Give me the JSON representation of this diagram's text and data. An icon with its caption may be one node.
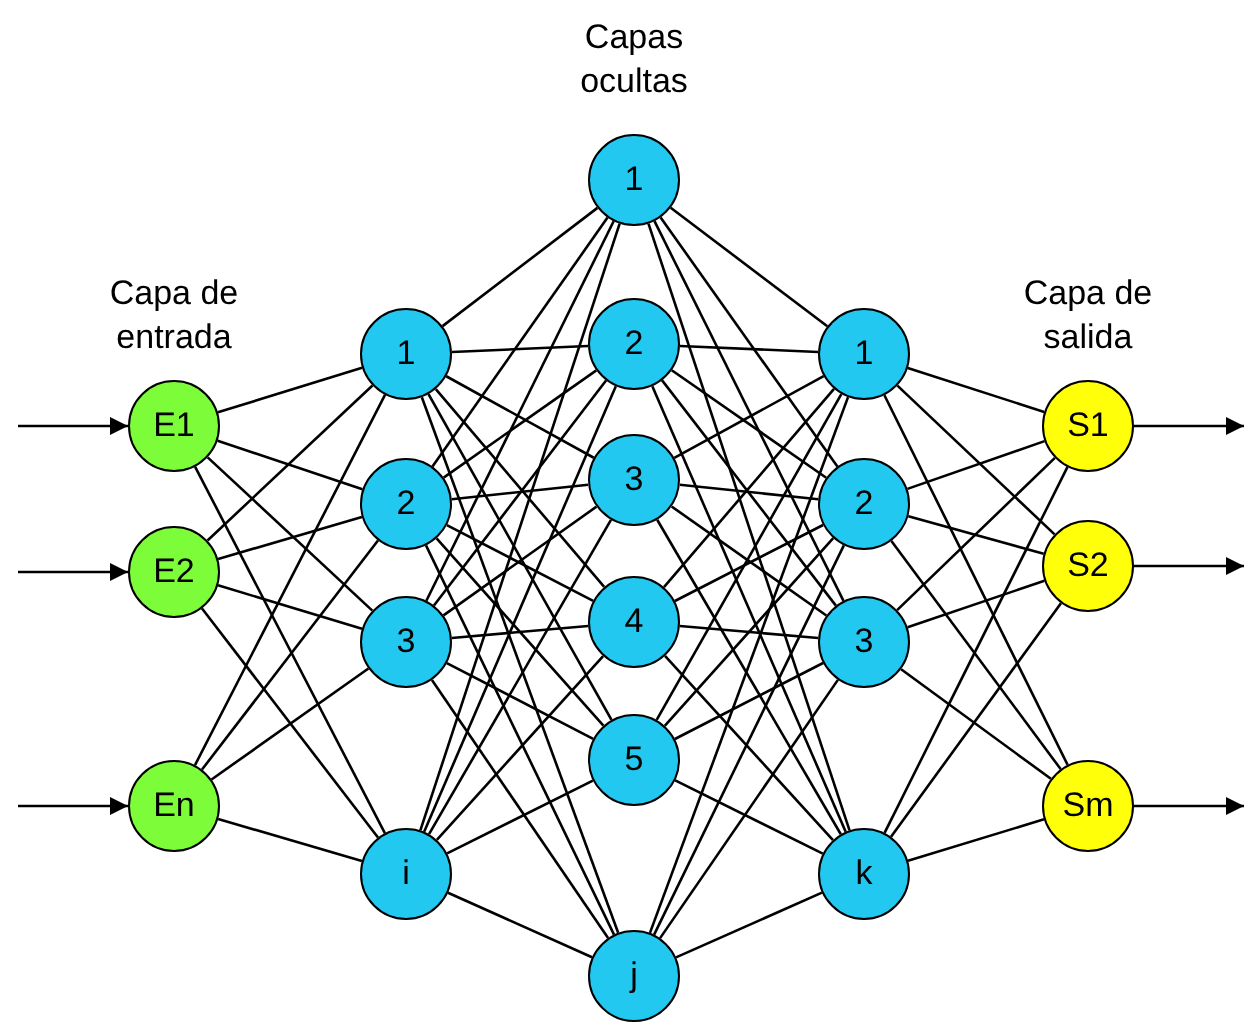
{
  "diagram": {
    "nodes": [
      {
        "text": [
          "E1"
        ]
      },
      {
        "text": [
          "E2"
        ]
      },
      {
        "text": [
          "En"
        ]
      },
      {
        "text": [
          "1"
        ]
      },
      {
        "text": [
          "2"
        ]
      },
      {
        "text": [
          "3"
        ]
      },
      {
        "text": [
          "i"
        ]
      },
      {
        "text": [
          "1"
        ]
      },
      {
        "text": [
          "2"
        ]
      },
      {
        "text": [
          "3"
        ]
      },
      {
        "text": [
          "4"
        ]
      },
      {
        "text": [
          "5"
        ]
      },
      {
        "text": [
          "j"
        ]
      },
      {
        "text": [
          "1"
        ]
      },
      {
        "text": [
          "2"
        ]
      },
      {
        "text": [
          "3"
        ]
      },
      {
        "text": [
          "k"
        ]
      },
      {
        "text": [
          "S1"
        ]
      },
      {
        "text": [
          "S2"
        ]
      },
      {
        "text": [
          "Sm"
        ]
      }
    ],
    "edges": [
      {
        "from": null,
        "to": 0,
        "arrow": "to"
      },
      {
        "from": null,
        "to": 1,
        "arrow": "to"
      },
      {
        "from": null,
        "to": 2,
        "arrow": "to"
      },
      {
        "from": 0,
        "to": 3,
        "arrow": "none"
      },
      {
        "from": 0,
        "to": 4,
        "arrow": "none"
      },
      {
        "from": 0,
        "to": 5,
        "arrow": "none"
      },
      {
        "from": 0,
        "to": 6,
        "arrow": "none"
      },
      {
        "from": 1,
        "to": 3,
        "arrow": "none"
      },
      {
        "from": 1,
        "to": 4,
        "arrow": "none"
      },
      {
        "from": 1,
        "to": 5,
        "arrow": "none"
      },
      {
        "from": 1,
        "to": 6,
        "arrow": "none"
      },
      {
        "from": 2,
        "to": 3,
        "arrow": "none"
      },
      {
        "from": 2,
        "to": 4,
        "arrow": "none"
      },
      {
        "from": 2,
        "to": 5,
        "arrow": "none"
      },
      {
        "from": 2,
        "to": 6,
        "arrow": "none"
      },
      {
        "from": 3,
        "to": 7,
        "arrow": "none"
      },
      {
        "from": 3,
        "to": 8,
        "arrow": "none"
      },
      {
        "from": 3,
        "to": 9,
        "arrow": "none"
      },
      {
        "from": 3,
        "to": 10,
        "arrow": "none"
      },
      {
        "from": 3,
        "to": 11,
        "arrow": "none"
      },
      {
        "from": 3,
        "to": 12,
        "arrow": "none"
      },
      {
        "from": 4,
        "to": 7,
        "arrow": "none"
      },
      {
        "from": 4,
        "to": 8,
        "arrow": "none"
      },
      {
        "from": 4,
        "to": 9,
        "arrow": "none"
      },
      {
        "from": 4,
        "to": 10,
        "arrow": "none"
      },
      {
        "from": 4,
        "to": 11,
        "arrow": "none"
      },
      {
        "from": 4,
        "to": 12,
        "arrow": "none"
      },
      {
        "from": 5,
        "to": 7,
        "arrow": "none"
      },
      {
        "from": 5,
        "to": 8,
        "arrow": "none"
      },
      {
        "from": 5,
        "to": 9,
        "arrow": "none"
      },
      {
        "from": 5,
        "to": 10,
        "arrow": "none"
      },
      {
        "from": 5,
        "to": 11,
        "arrow": "none"
      },
      {
        "from": 5,
        "to": 12,
        "arrow": "none"
      },
      {
        "from": 6,
        "to": 7,
        "arrow": "none"
      },
      {
        "from": 6,
        "to": 8,
        "arrow": "none"
      },
      {
        "from": 6,
        "to": 9,
        "arrow": "none"
      },
      {
        "from": 6,
        "to": 10,
        "arrow": "none"
      },
      {
        "from": 6,
        "to": 11,
        "arrow": "none"
      },
      {
        "from": 6,
        "to": 12,
        "arrow": "none"
      },
      {
        "from": 7,
        "to": 13,
        "arrow": "none"
      },
      {
        "from": 7,
        "to": 14,
        "arrow": "none"
      },
      {
        "from": 7,
        "to": 15,
        "arrow": "none"
      },
      {
        "from": 7,
        "to": 16,
        "arrow": "none"
      },
      {
        "from": 8,
        "to": 13,
        "arrow": "none"
      },
      {
        "from": 8,
        "to": 14,
        "arrow": "none"
      },
      {
        "from": 8,
        "to": 15,
        "arrow": "none"
      },
      {
        "from": 8,
        "to": 16,
        "arrow": "none"
      },
      {
        "from": 9,
        "to": 13,
        "arrow": "none"
      },
      {
        "from": 9,
        "to": 14,
        "arrow": "none"
      },
      {
        "from": 9,
        "to": 15,
        "arrow": "none"
      },
      {
        "from": 9,
        "to": 16,
        "arrow": "none"
      },
      {
        "from": 10,
        "to": 13,
        "arrow": "none"
      },
      {
        "from": 10,
        "to": 14,
        "arrow": "none"
      },
      {
        "from": 10,
        "to": 15,
        "arrow": "none"
      },
      {
        "from": 10,
        "to": 16,
        "arrow": "none"
      },
      {
        "from": 11,
        "to": 13,
        "arrow": "none"
      },
      {
        "from": 11,
        "to": 14,
        "arrow": "none"
      },
      {
        "from": 11,
        "to": 15,
        "arrow": "none"
      },
      {
        "from": 11,
        "to": 16,
        "arrow": "none"
      },
      {
        "from": 12,
        "to": 13,
        "arrow": "none"
      },
      {
        "from": 12,
        "to": 14,
        "arrow": "none"
      },
      {
        "from": 12,
        "to": 15,
        "arrow": "none"
      },
      {
        "from": 12,
        "to": 16,
        "arrow": "none"
      },
      {
        "from": 13,
        "to": 17,
        "arrow": "none"
      },
      {
        "from": 13,
        "to": 18,
        "arrow": "none"
      },
      {
        "from": 13,
        "to": 19,
        "arrow": "none"
      },
      {
        "from": 14,
        "to": 17,
        "arrow": "none"
      },
      {
        "from": 14,
        "to": 18,
        "arrow": "none"
      },
      {
        "from": 14,
        "to": 19,
        "arrow": "none"
      },
      {
        "from": 15,
        "to": 17,
        "arrow": "none"
      },
      {
        "from": 15,
        "to": 18,
        "arrow": "none"
      },
      {
        "from": 15,
        "to": 19,
        "arrow": "none"
      },
      {
        "from": 16,
        "to": 17,
        "arrow": "none"
      },
      {
        "from": 16,
        "to": 18,
        "arrow": "none"
      },
      {
        "from": 16,
        "to": 19,
        "arrow": "none"
      },
      {
        "from": 17,
        "to": null,
        "arrow": "to"
      },
      {
        "from": 18,
        "to": null,
        "arrow": "to"
      },
      {
        "from": 19,
        "to": null,
        "arrow": "to"
      }
    ],
    "labels": [
      "Capas ocultas",
      "Capa de entrada",
      "Capa de salida"
    ]
  }
}
